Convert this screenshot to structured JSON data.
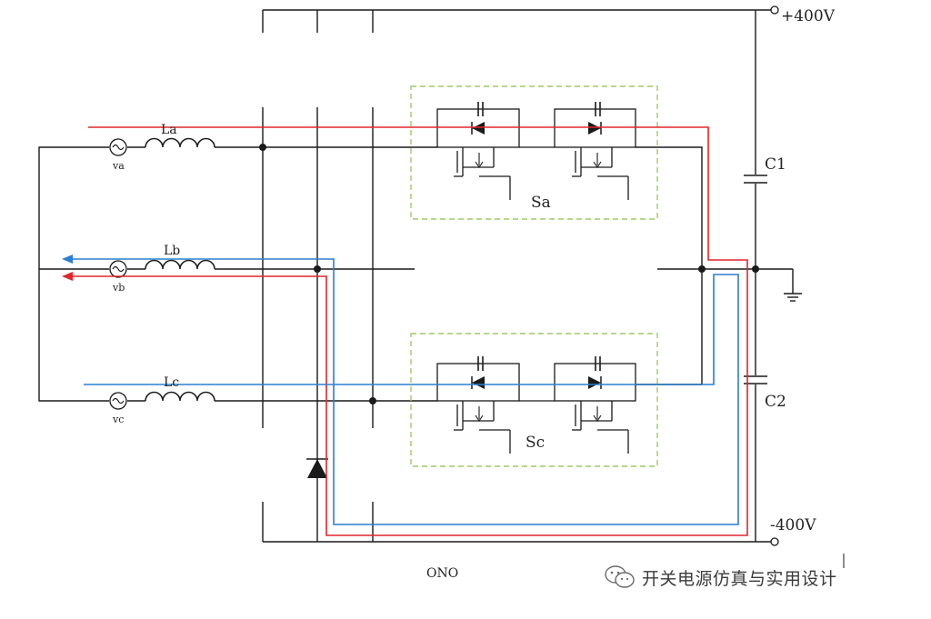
{
  "labels": {
    "pos_rail": "+400V",
    "neg_rail": "-400V",
    "cap_top": "C1",
    "cap_bottom": "C2",
    "switch_a": "Sa",
    "switch_c": "Sc",
    "inductor_a": "La",
    "inductor_b": "Lb",
    "inductor_c": "Lc",
    "source_a": "va",
    "source_b": "vb",
    "source_c": "vc",
    "bottom_caption": "ONO"
  },
  "watermark": {
    "text": "开关电源仿真与实用设计",
    "icon": "wechat-icon"
  },
  "colors": {
    "wire": "#1a1a1a",
    "current_path_red": "#e0262b",
    "current_path_blue": "#2a7fd0",
    "module_outline": "#9ccc65"
  }
}
